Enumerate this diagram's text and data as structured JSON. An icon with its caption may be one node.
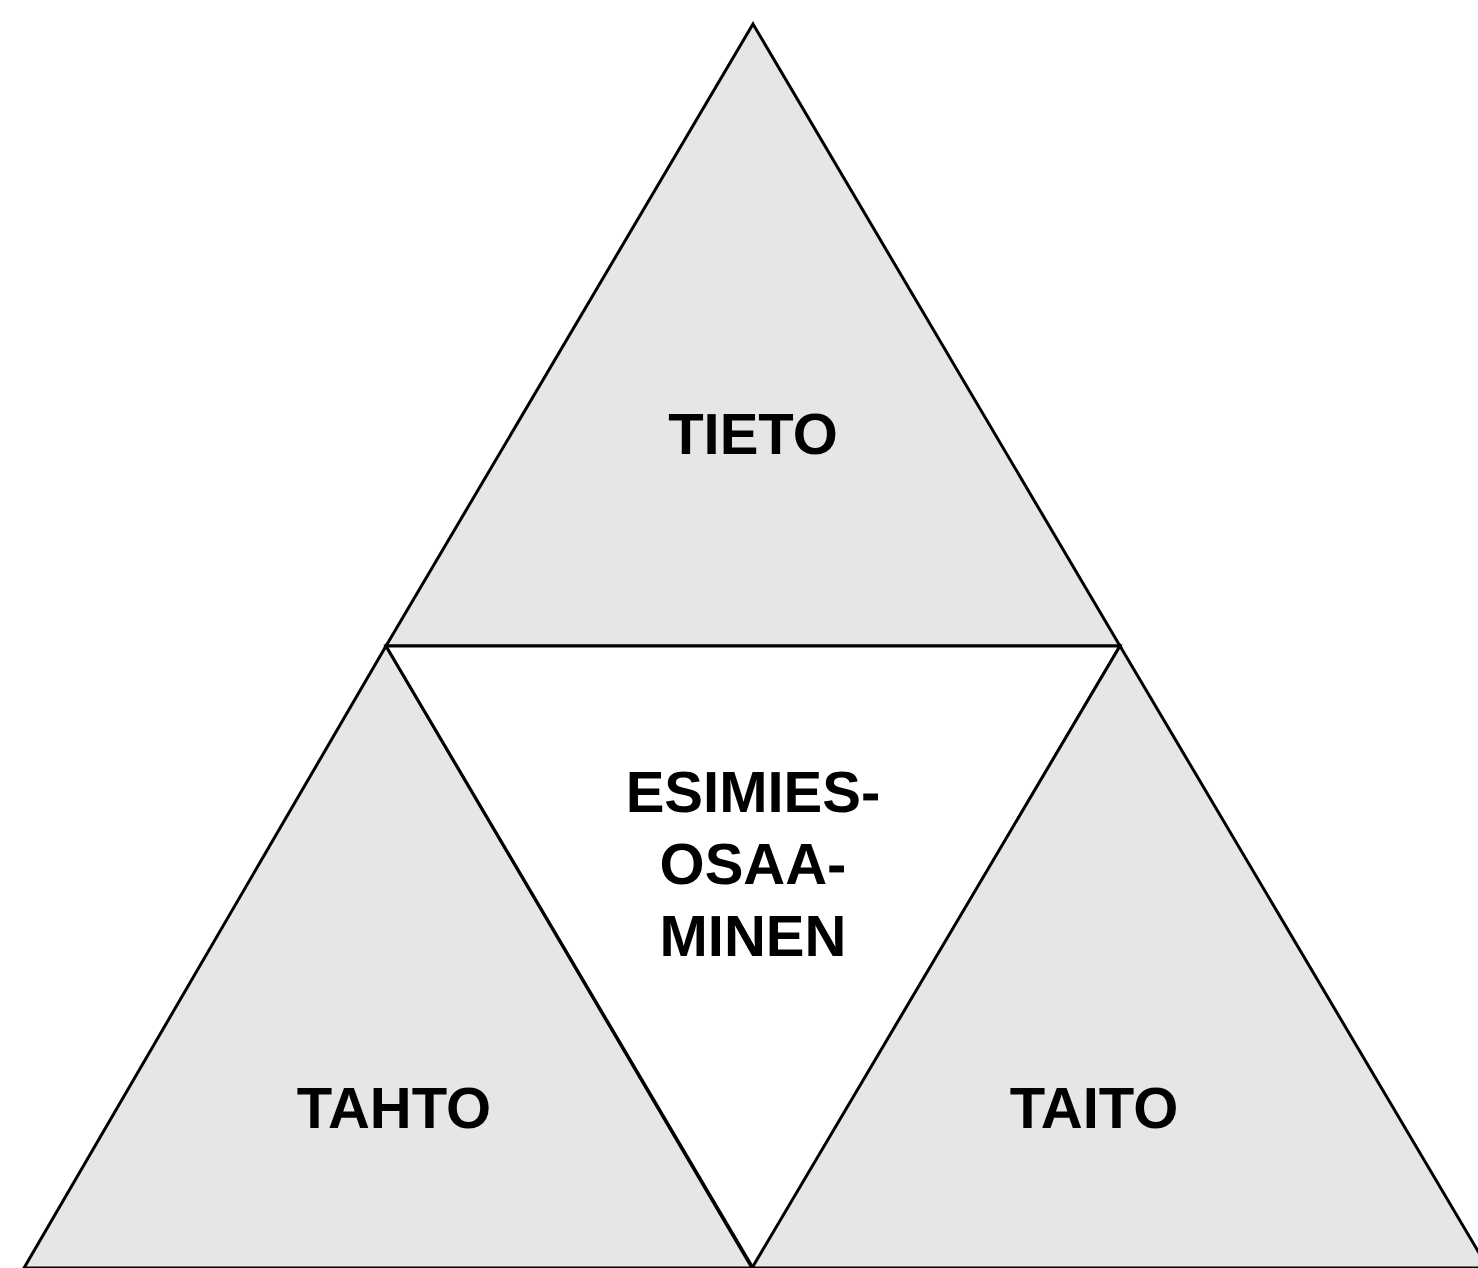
{
  "diagram": {
    "nodes": [
      {
        "text": [
          "TIETO"
        ]
      },
      {
        "text": [
          "TAHTO"
        ]
      },
      {
        "text": [
          "ESIMIES- OSAA- MINEN"
        ]
      },
      {
        "text": [
          "TAITO"
        ]
      }
    ]
  }
}
